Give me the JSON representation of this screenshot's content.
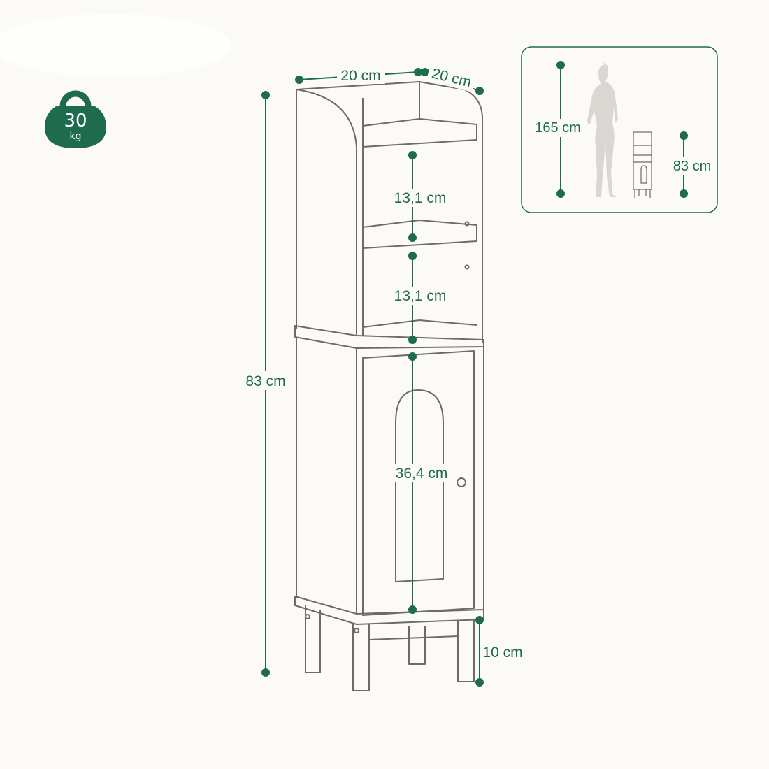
{
  "colors": {
    "background": "#fbfaf6",
    "accent": "#1f6b4f",
    "outline": "#6d6b66",
    "silhouette": "#d9d7d2"
  },
  "weight_badge": {
    "icon": "weight-icon",
    "value": "30",
    "unit": "kg"
  },
  "dimensions": {
    "width": "20 cm",
    "depth": "20 cm",
    "height": "83 cm",
    "shelf_upper": "13,1 cm",
    "shelf_lower": "13,1 cm",
    "cabinet": "36,4 cm",
    "legs": "10 cm"
  },
  "scale_inset": {
    "person_height": "165 cm",
    "product_height": "83 cm"
  }
}
